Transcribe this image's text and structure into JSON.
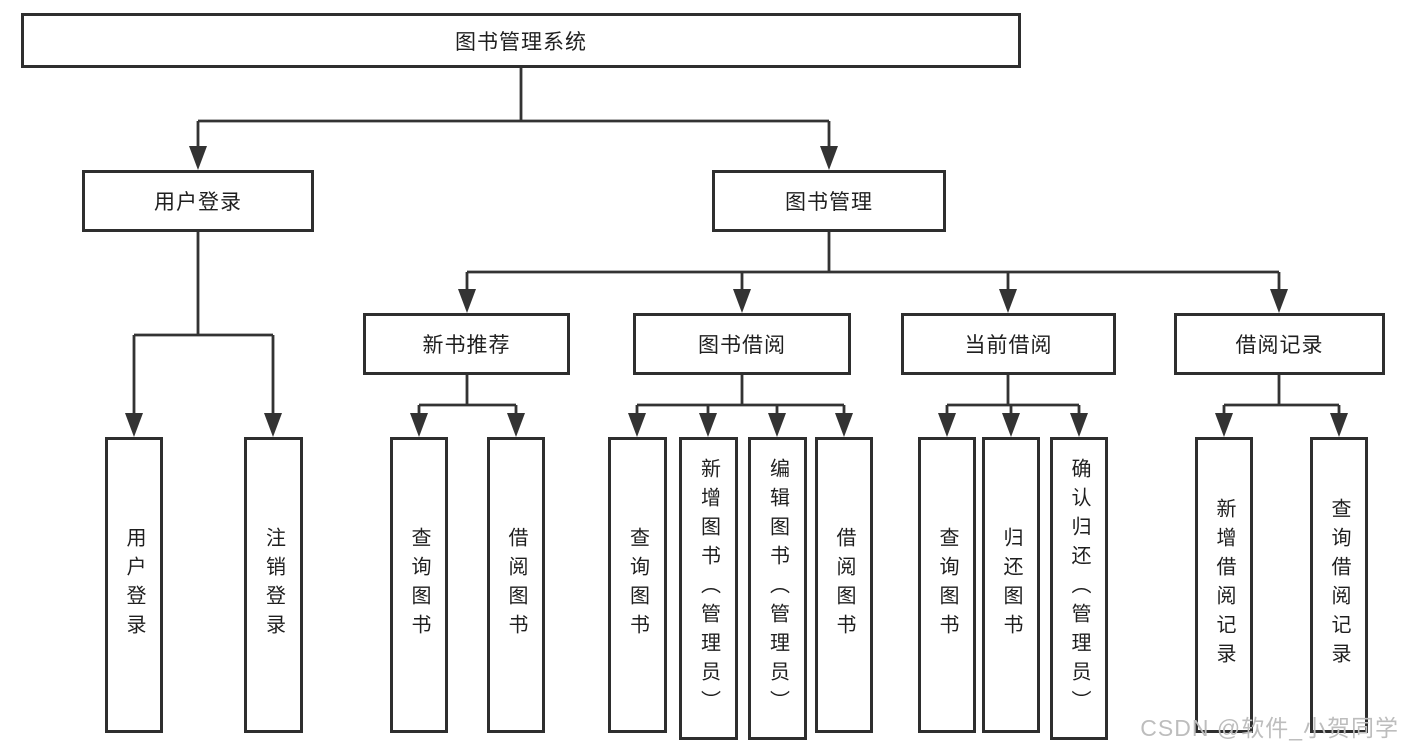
{
  "tree": {
    "root": "图书管理系统",
    "branches": [
      {
        "label": "用户登录",
        "children": [
          "用户登录",
          "注销登录"
        ]
      },
      {
        "label": "图书管理",
        "children": [
          {
            "label": "新书推荐",
            "children": [
              "查询图书",
              "借阅图书"
            ]
          },
          {
            "label": "图书借阅",
            "children": [
              "查询图书",
              "新增图书（管理员）",
              "编辑图书（管理员）",
              "借阅图书"
            ]
          },
          {
            "label": "当前借阅",
            "children": [
              "查询图书",
              "归还图书",
              "确认归还（管理员）"
            ]
          },
          {
            "label": "借阅记录",
            "children": [
              "新增借阅记录",
              "查询借阅记录"
            ]
          }
        ]
      }
    ]
  },
  "watermark": "CSDN @软件_小贺同学",
  "colors": {
    "line": "#333333",
    "box_border": "#2e2e2e",
    "text": "#1f1f1f",
    "watermark": "#bdbdbd",
    "background": "#ffffff"
  }
}
